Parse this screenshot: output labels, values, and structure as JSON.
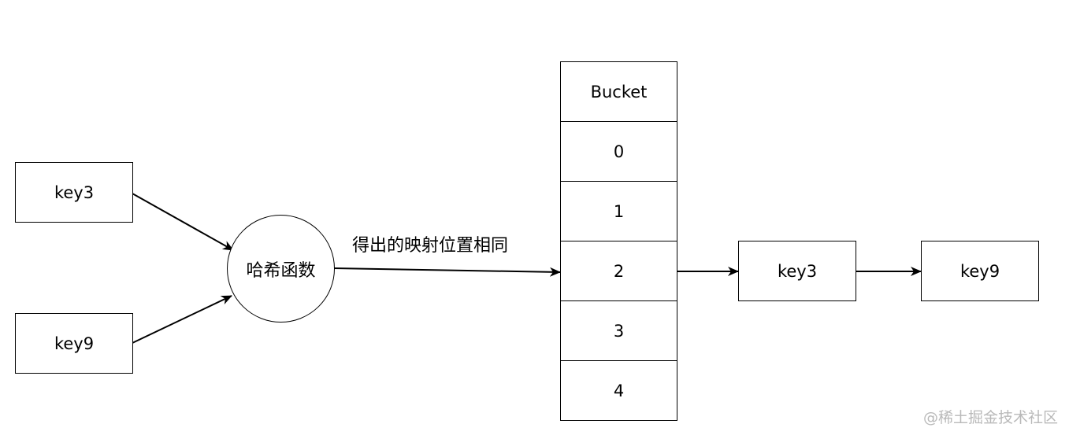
{
  "input_keys": [
    {
      "id": "key3",
      "label": "key3"
    },
    {
      "id": "key9",
      "label": "key9"
    }
  ],
  "hash_function": {
    "label": "哈希函数"
  },
  "edge_label": "得出的映射位置相同",
  "bucket": {
    "header": "Bucket",
    "slots": [
      "0",
      "1",
      "2",
      "3",
      "4"
    ]
  },
  "chain": [
    "key3",
    "key9"
  ],
  "watermark": "@稀土掘金技术社区"
}
